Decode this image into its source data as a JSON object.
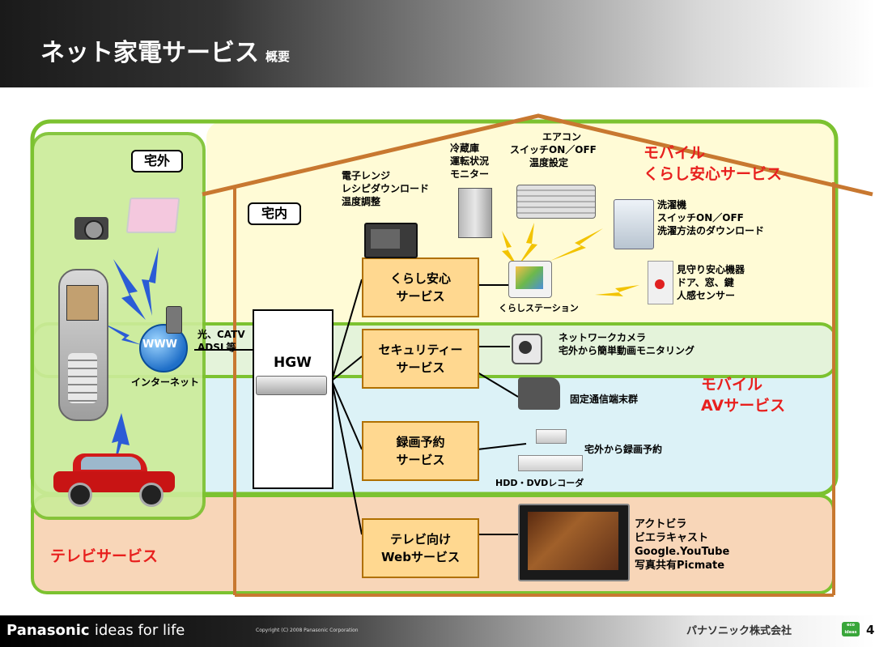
{
  "slide": {
    "title": "ネット家電サービス",
    "title_sub": "概要",
    "page_number": "4"
  },
  "zones": {
    "outside": "宅外",
    "inside": "宅内",
    "internet": "インターネット",
    "www": "WWW",
    "connection": [
      "光、CATV",
      "ADSL等"
    ],
    "hgw": "HGW"
  },
  "services": [
    {
      "line1": "くらし安心",
      "line2": "サービス"
    },
    {
      "line1": "セキュリティー",
      "line2": "サービス"
    },
    {
      "line1": "録画予約",
      "line2": "サービス"
    },
    {
      "line1": "テレビ向け",
      "line2": "Webサービス"
    }
  ],
  "service_areas": {
    "mobile_kurashi": [
      "モバイル",
      "くらし安心サービス"
    ],
    "mobile_av": [
      "モバイル",
      "AVサービス"
    ],
    "tv": "テレビサービス"
  },
  "devices": {
    "microwave": [
      "電子レンジ",
      "レシピダウンロード",
      "温度調整"
    ],
    "fridge": [
      "冷蔵庫",
      "運転状況",
      "モニター"
    ],
    "aircon": [
      "エアコン",
      "スイッチON／OFF",
      "温度設定"
    ],
    "washer": [
      "洗濯機",
      "スイッチON／OFF",
      "洗濯方法のダウンロード"
    ],
    "sensor": [
      "見守り安心機器",
      "ドア、窓、鍵",
      "人感センサー"
    ],
    "station": "くらしステーション",
    "camera": [
      "ネットワークカメラ",
      "宅外から簡単動画モニタリング"
    ],
    "phone": "固定通信端末群",
    "recorder_note": "宅外から録画予約",
    "recorder": "HDD・DVDレコーダ",
    "tv_services": [
      "アクトビラ",
      "ビエラキャスト",
      "Google.YouTube",
      "写真共有Picmate"
    ]
  },
  "footer": {
    "brand": "Panasonic",
    "tagline": "ideas for life",
    "copyright": "Copyright (C) 2008 Panasonic Corporation",
    "company": "パナソニック株式会社",
    "eco_badge": "eco ideas"
  },
  "colors": {
    "green": "#7cc230",
    "house_yellow": "#fffbd6",
    "av_band": "#dcf2f7",
    "tv_band": "#f8d6b8",
    "roof": "#c87830",
    "service_box": "#ffd890",
    "accent_red": "#e8201e"
  }
}
